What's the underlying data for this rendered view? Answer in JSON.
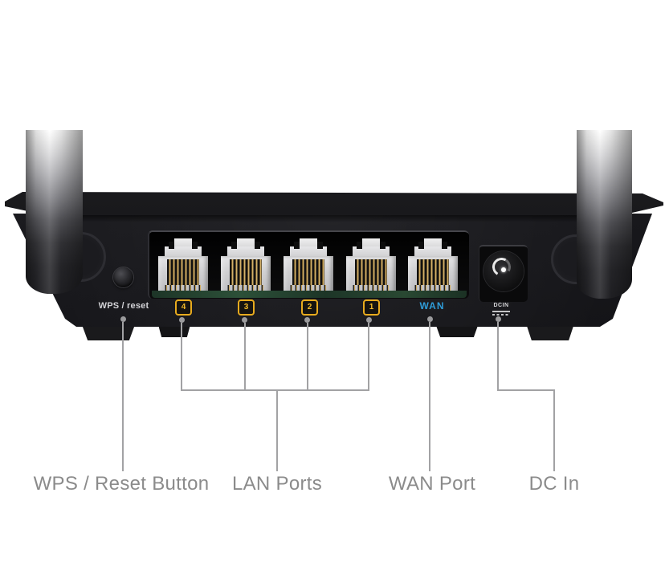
{
  "device": {
    "type": "wireless-router-rear-panel",
    "wps_label": "WPS / reset",
    "lan_badges": [
      "4",
      "3",
      "2",
      "1"
    ],
    "wan_label": "WAN",
    "dcin_label": "DCIN",
    "colors": {
      "lan_badge": "#e8ab1e",
      "wan_text": "#2f9cd8",
      "panel_text": "#d2d2d6",
      "body": "#1a1a1e",
      "background": "#ffffff"
    }
  },
  "callouts": [
    {
      "label": "WPS / Reset Button"
    },
    {
      "label": "LAN Ports"
    },
    {
      "label": "WAN Port"
    },
    {
      "label": "DC In"
    }
  ],
  "callout_style": {
    "line_color": "#a2a2a4",
    "text_color": "#8b8b8b"
  }
}
